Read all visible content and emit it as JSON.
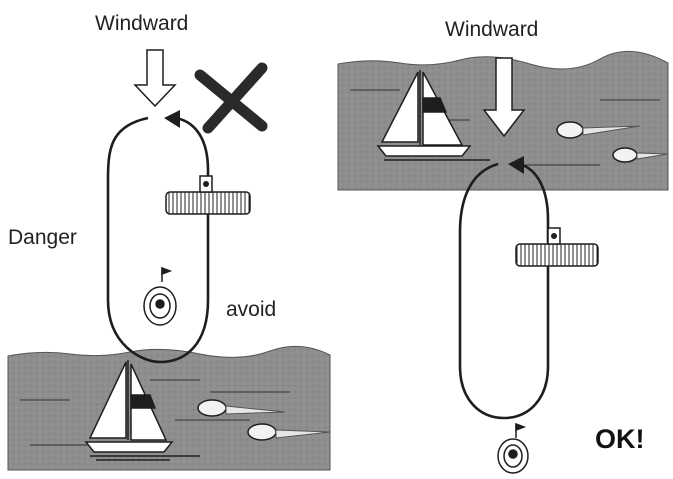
{
  "left_panel": {
    "wind_label": "Windward",
    "danger_label": "Danger",
    "avoid_label": "avoid"
  },
  "right_panel": {
    "wind_label": "Windward",
    "ok_label": "OK!"
  },
  "colors": {
    "water": "#8c8c8c",
    "ink": "#1e1e1e",
    "cross": "#2a2a2a"
  }
}
